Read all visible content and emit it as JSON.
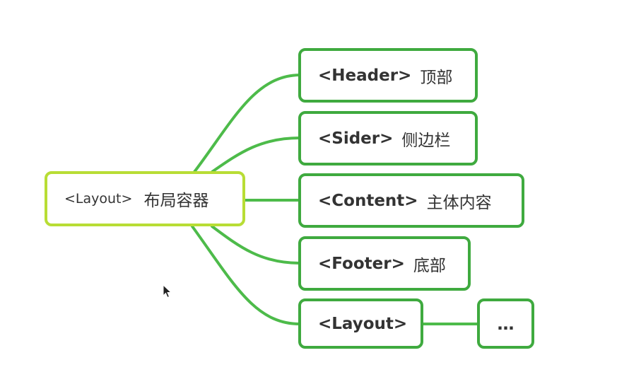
{
  "colors": {
    "root_border": "#b8dd35",
    "child_border": "#3faa3f",
    "connector": "#4dbb4a",
    "text": "#333333"
  },
  "root": {
    "tag": "<Layout>",
    "description": "布局容器"
  },
  "children": [
    {
      "tag": "<Header>",
      "description": "顶部"
    },
    {
      "tag": "<Sider>",
      "description": "侧边栏"
    },
    {
      "tag": "<Content>",
      "description": "主体内容"
    },
    {
      "tag": "<Footer>",
      "description": "底部"
    },
    {
      "tag": "<Layout>",
      "description": ""
    }
  ],
  "nested": {
    "tag": "…"
  },
  "icons": [
    "mouse-cursor-icon"
  ]
}
